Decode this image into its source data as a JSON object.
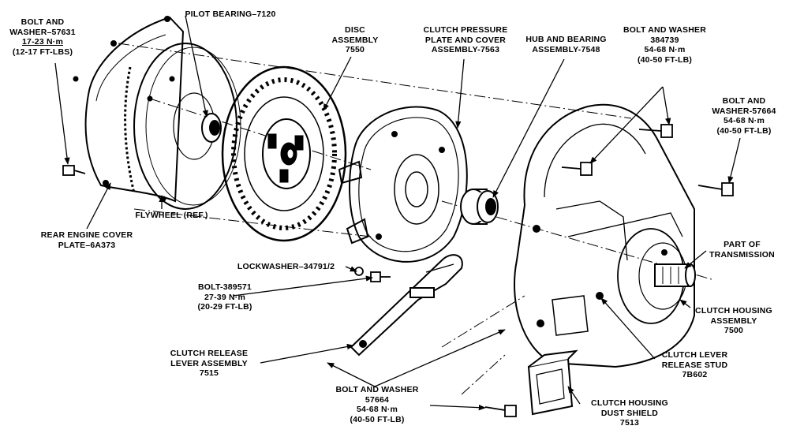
{
  "labels": {
    "bolt_washer_57631": {
      "line1": "BOLT AND",
      "line2": "WASHER–57631",
      "line3": "17-23 N·m",
      "line4": "(12-17 FT-LBS)"
    },
    "pilot_bearing": {
      "line1": "PILOT BEARING–7120"
    },
    "disc_assembly": {
      "line1": "DISC",
      "line2": "ASSEMBLY",
      "line3": "7550"
    },
    "pressure_plate": {
      "line1": "CLUTCH PRESSURE",
      "line2": "PLATE AND COVER",
      "line3": "ASSEMBLY-7563"
    },
    "hub_bearing": {
      "line1": "HUB AND BEARING",
      "line2": "ASSEMBLY-7548"
    },
    "bolt_washer_384739": {
      "line1": "BOLT AND WASHER",
      "line2": "384739",
      "line3": "54-68 N·m",
      "line4": "(40-50 FT-LB)"
    },
    "bolt_washer_57664_right": {
      "line1": "BOLT AND",
      "line2": "WASHER-57664",
      "line3": "54-68 N·m",
      "line4": "(40-50 FT-LB)"
    },
    "flywheel": {
      "line1": "FLYWHEEL (REF.)"
    },
    "rear_engine_cover": {
      "line1": "REAR ENGINE COVER",
      "line2": "PLATE–6A373"
    },
    "part_of_transmission": {
      "line1": "PART OF",
      "line2": "TRANSMISSION"
    },
    "lockwasher": {
      "line1": "LOCKWASHER–34791/2"
    },
    "bolt_389571": {
      "line1": "BOLT-389571",
      "line2": "27-39 N·m",
      "line3": "(20-29 FT-LB)"
    },
    "clutch_housing": {
      "line1": "CLUTCH HOUSING",
      "line2": "ASSEMBLY",
      "line3": "7500"
    },
    "clutch_release_lever": {
      "line1": "CLUTCH RELEASE",
      "line2": "LEVER ASSEMBLY",
      "line3": "7515"
    },
    "clutch_lever_stud": {
      "line1": "CLUTCH LEVER",
      "line2": "RELEASE STUD",
      "line3": "7B602"
    },
    "bolt_washer_57664_bottom": {
      "line1": "BOLT AND WASHER",
      "line2": "57664",
      "line3": "54-68 N·m",
      "line4": "(40-50 FT-LB)"
    },
    "dust_shield": {
      "line1": "CLUTCH HOUSING",
      "line2": "DUST SHIELD",
      "line3": "7513"
    }
  }
}
